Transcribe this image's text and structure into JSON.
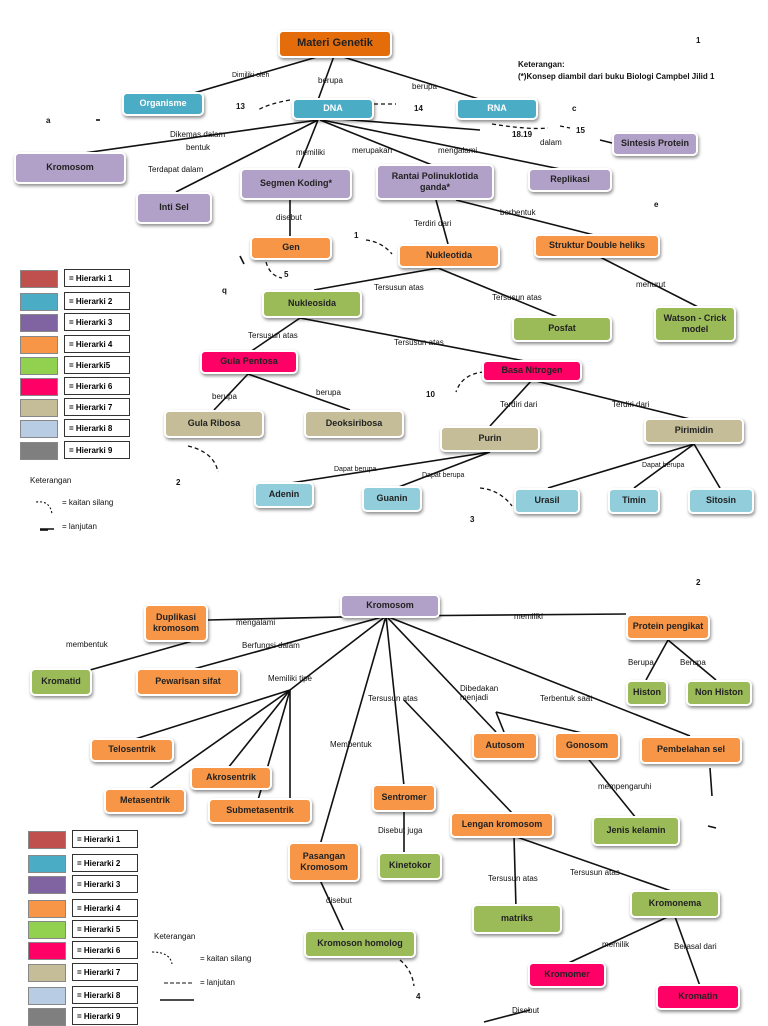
{
  "page1": {
    "page_number": "1",
    "note_title": "Keterangan:",
    "note_text": "(*)Konsep diambil dari buku Biologi Campbel Jilid 1",
    "nodes": {
      "materi": "Materi Genetik",
      "organisme": "Organisme",
      "dna": "DNA",
      "rna": "RNA",
      "kromosom": "Kromosom",
      "inti_sel": "Inti Sel",
      "segmen": "Segmen Koding*",
      "rantai": "Rantai Polinuklotida ganda*",
      "replikasi": "Replikasi",
      "sintesis": "Sintesis Protein",
      "gen": "Gen",
      "nukleotida": "Nukleotida",
      "struktur": "Struktur Double heliks",
      "nukleosida": "Nukleosida",
      "posfat": "Posfat",
      "watson": "Watson - Crick model",
      "gula_pentosa": "Gula Pentosa",
      "basa": "Basa Nitrogen",
      "gula_ribosa": "Gula Ribosa",
      "deoksiribosa": "Deoksiribosa",
      "purin": "Purin",
      "pirimidin": "Pirimidin",
      "adenin": "Adenin",
      "guanin": "Guanin",
      "urasil": "Urasil",
      "timin": "Timin",
      "sitosin": "Sitosin"
    },
    "labels": {
      "dimiliki": "Dimiliki oleh",
      "berupa1": "berupa",
      "berupa2": "berupa",
      "dikemas": "Dikemas dalam",
      "bentuk": "bentuk",
      "terdapat": "Terdapat dalam",
      "memiliki": "memiliki",
      "merupakan": "merupakan",
      "mengalami": "mengalami",
      "dalam": "dalam",
      "disebut": "disebut",
      "terdiri": "Terdiri dari",
      "berbentuk": "berbentuk",
      "tersusun1": "Tersusun atas",
      "tersusun2": "Tersusun atas",
      "tersusun3": "Tersusun atas",
      "tersusun4": "Tersusun atas",
      "menurut": "menurut",
      "berupa3": "berupa",
      "berupa4": "berupa",
      "terdiri2": "Terdiri dari",
      "terdiri3": "Terdiri dari",
      "dapat1": "Dapat berupa",
      "dapat2": "Dapat berupa",
      "dapat3": "Dapat berupa"
    },
    "numbers": {
      "n13": "13",
      "n14": "14",
      "n1819": "18.19",
      "n15": "15",
      "n1": "1",
      "n5": "5",
      "n10": "10",
      "n2": "2",
      "n3": "3",
      "n_a": "a",
      "n_c": "c",
      "n_e": "e",
      "n_q": "q"
    },
    "legend": [
      "= Hierarki 1",
      "= Hierarki 2",
      "= Hierarki 3",
      "= Hierarki 4",
      "= Hierarki5",
      "= Hierarki 6",
      "= Hierarki 7",
      "= Hierarki 8",
      "= Hierarki 9"
    ],
    "legend_title": "Keterangan",
    "legend_silang": "= kaitan silang",
    "legend_lanjutan": "= lanjutan"
  },
  "page2": {
    "page_number": "2",
    "nodes": {
      "kromosom": "Kromosom",
      "duplikasi": "Duplikasi kromosom",
      "kromatid": "Kromatid",
      "pewarisan": "Pewarisan sifat",
      "protein": "Protein pengikat",
      "histon": "Histon",
      "non_histon": "Non Histon",
      "telosentrik": "Telosentrik",
      "akrosentrik": "Akrosentrik",
      "metasentrik": "Metasentrik",
      "submetasentrik": "Submetasentrik",
      "autosom": "Autosom",
      "gonosom": "Gonosom",
      "pembelahan": "Pembelahan sel",
      "sentromer": "Sentromer",
      "kinetokor": "Kinetokor",
      "lengan": "Lengan kromosom",
      "jenis": "Jenis kelamin",
      "pasangan": "Pasangan Kromosom",
      "homolog": "Kromoson homolog",
      "matriks": "matriks",
      "kromonema": "Kromonema",
      "kromomer": "Kromomer",
      "kromatin": "Kromatin"
    },
    "labels": {
      "mengalami": "mengalami",
      "membentuk": "membentuk",
      "berfungsi": "Berfungsi dalam",
      "memiliki": "memiliki",
      "berupa1": "Berupa",
      "berupa2": "Berupa",
      "memiliki_tipe": "Memiliki tipe",
      "tersusun": "Tersusun atas",
      "dibedakan": "Dibedakan menjadi",
      "terbentuk": "Terbentuk saat",
      "membentuk2": "Membentuk",
      "disebut_juga": "Disebut juga",
      "mempengaruhi": "mempengaruhi",
      "disebut": "disebut",
      "tersusun2": "Tersusun atas",
      "tersusun3": "Tersusun atas",
      "memilik": "memilik",
      "berasal": "Berasal dari",
      "disebut2": "Disebut"
    },
    "numbers": {
      "n4": "4"
    },
    "legend": [
      "= Hierarki 1",
      "= Hierarki 2",
      "= Hierarki 3",
      "= Hierarki 4",
      "= Hierarki 5",
      "= Hierarki 6",
      "= Hierarki 7",
      "= Hierarki 8",
      "= Hierarki 9"
    ],
    "legend_title": "Keterangan",
    "legend_silang": "= kaitan silang",
    "legend_lanjutan": "= lanjutan"
  },
  "colors": {
    "hierarki1": "#c0504d",
    "hierarki2": "#4bacc6",
    "hierarki3": "#8064a2",
    "hierarki4": "#f79646",
    "hierarki5": "#92d050",
    "hierarki6": "#ff0066",
    "hierarki7": "#c4bd97",
    "hierarki8": "#b8cce4",
    "hierarki9": "#7f7f7f"
  }
}
